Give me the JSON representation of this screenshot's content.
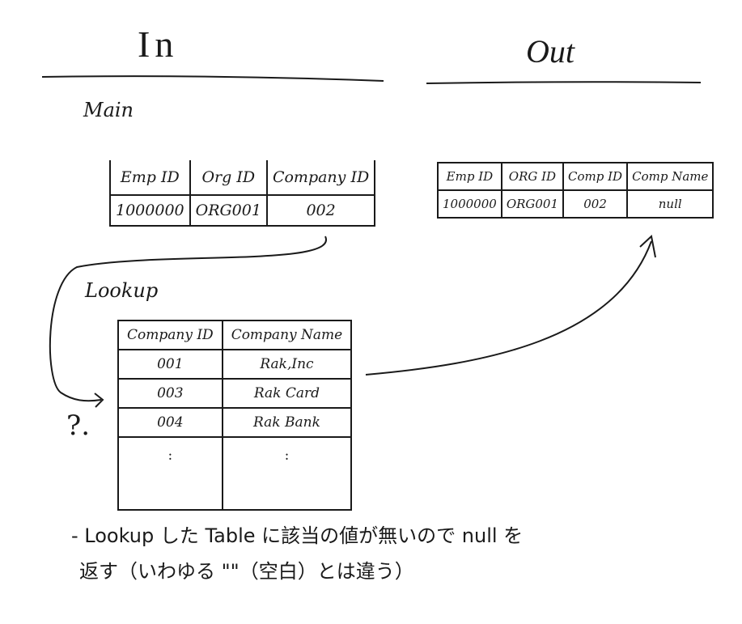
{
  "headings": {
    "in": "In",
    "out": "Out"
  },
  "labels": {
    "main": "Main",
    "lookup": "Lookup",
    "question": "?."
  },
  "main_table": {
    "headers": [
      "Emp ID",
      "Org ID",
      "Company ID"
    ],
    "rows": [
      [
        "1000000",
        "ORG001",
        "002"
      ]
    ]
  },
  "out_table": {
    "headers": [
      "Emp ID",
      "ORG ID",
      "Comp ID",
      "Comp Name"
    ],
    "rows": [
      [
        "1000000",
        "ORG001",
        "002",
        "null"
      ]
    ]
  },
  "lookup_table": {
    "headers": [
      "Company ID",
      "Company Name"
    ],
    "rows": [
      [
        "001",
        "Rak,Inc"
      ],
      [
        "003",
        "Rak Card"
      ],
      [
        "004",
        "Rak Bank"
      ],
      [
        ":",
        ":"
      ]
    ]
  },
  "note": {
    "line1": "- Lookup した Table に該当の値が無いので null を",
    "line2": "返す（いわゆる \"\"（空白）とは違う）"
  }
}
